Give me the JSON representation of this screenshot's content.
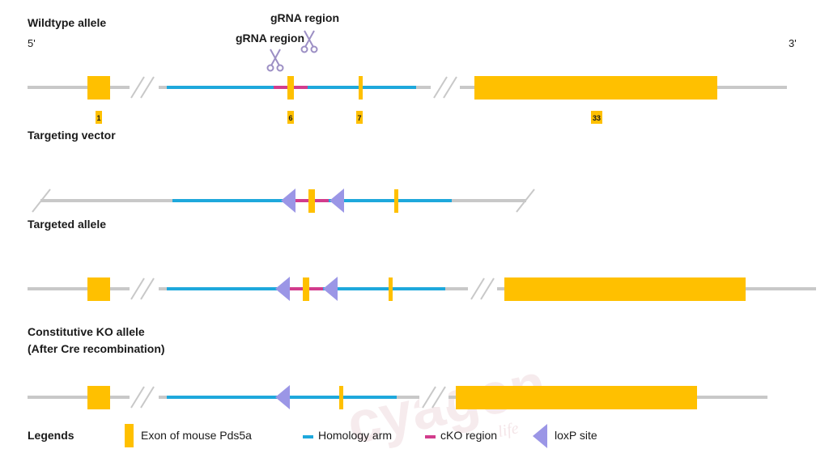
{
  "labels": {
    "wildtype": "Wildtype allele",
    "targeting_vector": "Targeting vector",
    "targeted": "Targeted allele",
    "ko_line1": "Constitutive KO allele",
    "ko_line2": "(After Cre recombination)",
    "end5": "5'",
    "end3": "3'",
    "grna1": "gRNA region",
    "grna2": "gRNA region"
  },
  "exon_numbers": [
    "1",
    "6",
    "7",
    "33"
  ],
  "legend": {
    "title": "Legends",
    "exon": "Exon of mouse Pds5a",
    "homology": "Homology arm",
    "cko": "cKO region",
    "loxp": "loxP site"
  },
  "watermark": {
    "brand": "cyagen",
    "tagline": "life"
  },
  "colors": {
    "exon": "#FFC000",
    "homology": "#1EA8DC",
    "cko": "#D23C8C",
    "loxp": "#9B96E6",
    "backbone": "#C8C8C8",
    "scissors": "#9C8FC4"
  }
}
